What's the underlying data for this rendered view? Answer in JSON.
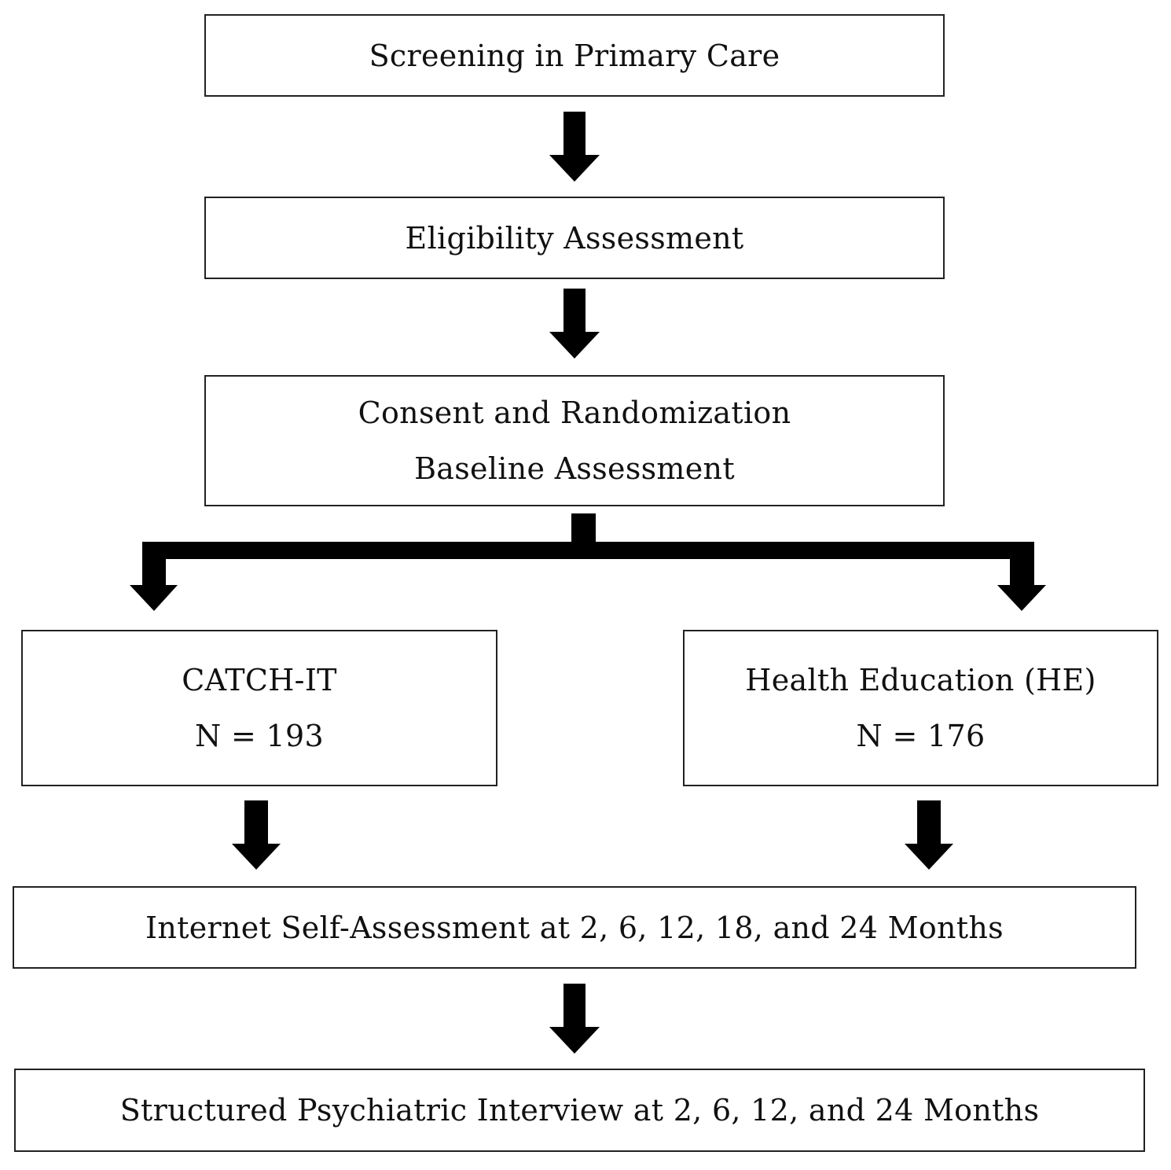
{
  "flowchart": {
    "screening": "Screening in Primary Care",
    "eligibility": "Eligibility Assessment",
    "consent_line1": "Consent and Randomization",
    "consent_line2": "Baseline Assessment",
    "arm_catch_it": {
      "name": "CATCH-IT",
      "n": "N = 193"
    },
    "arm_health_education": {
      "name": "Health Education (HE)",
      "n": "N = 176"
    },
    "self_assessment": "Internet Self-Assessment at 2, 6, 12, 18, and 24 Months",
    "interview": "Structured Psychiatric Interview at 2, 6, 12, and 24 Months"
  },
  "colors": {
    "arrow": "#000000",
    "border": "#222222",
    "background": "#ffffff"
  }
}
